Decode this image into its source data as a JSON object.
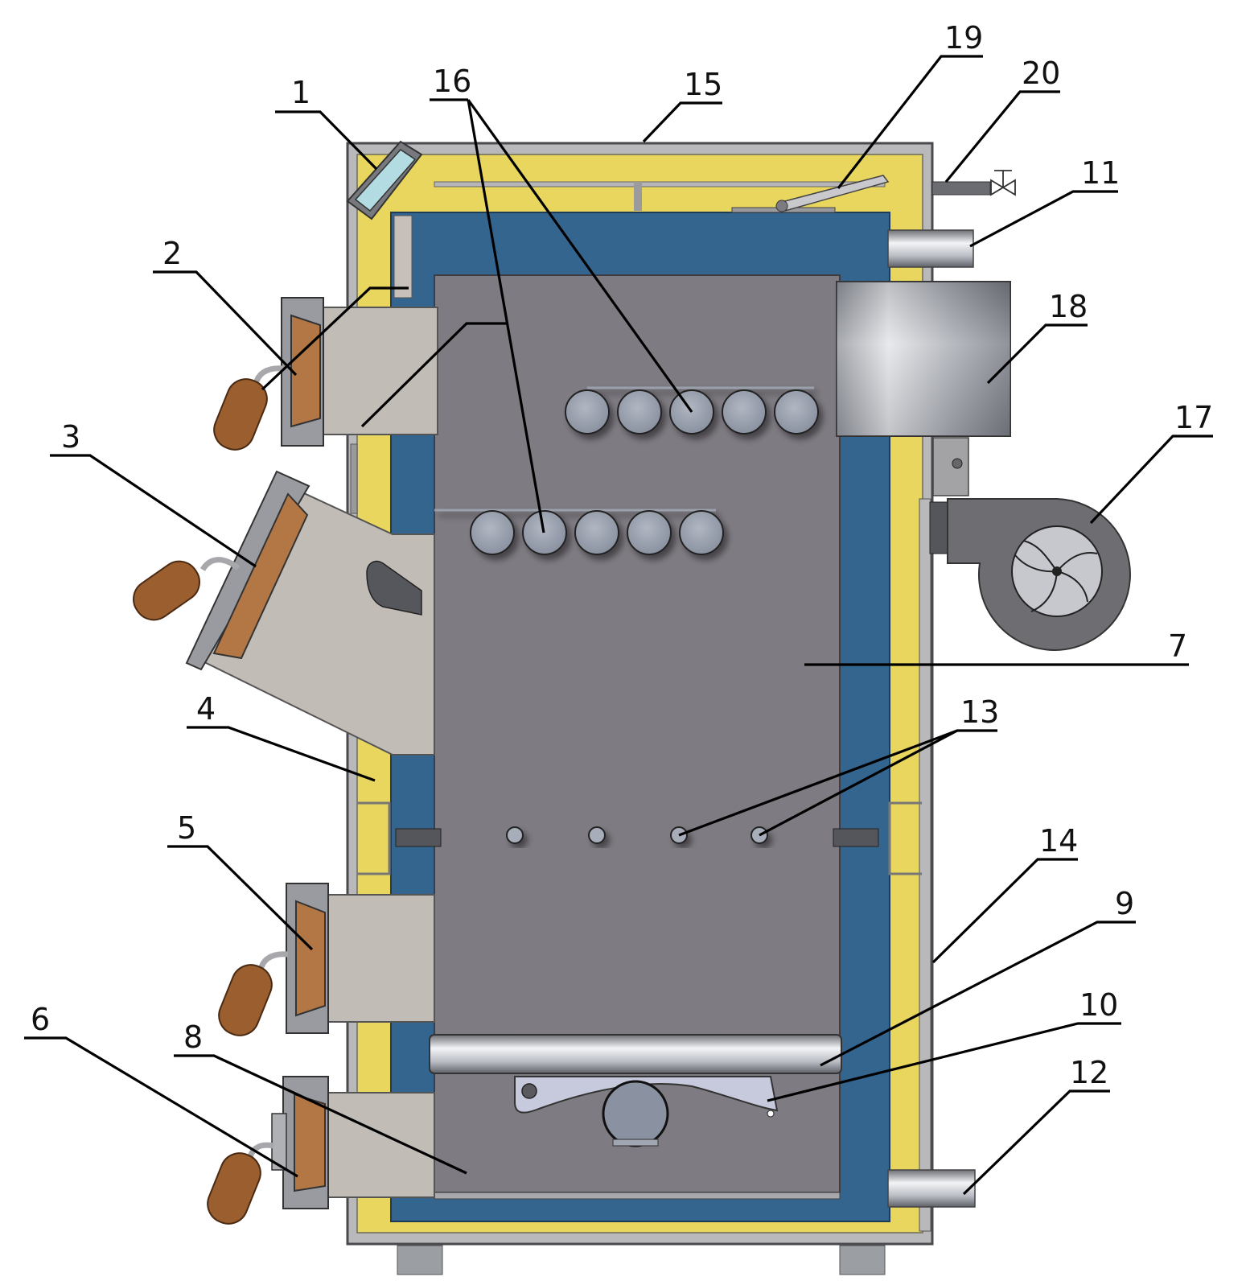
{
  "colors": {
    "casing": "#b9b9bb",
    "casing_edge": "#4a4a4e",
    "insulation": "#e8d65e",
    "water_jacket": "#34658f",
    "chamber": "#7e7b82",
    "door_frame": "#c2bcb6",
    "door_panel": "#b37746",
    "handle": "#9b5e2f",
    "tube": "#a1a7b2",
    "fan_housing": "#6e6e72",
    "fan_wheel": "#c7c8ce",
    "leader": "#000000"
  },
  "callouts": [
    {
      "id": "1",
      "label": "1"
    },
    {
      "id": "2",
      "label": "2"
    },
    {
      "id": "3",
      "label": "3"
    },
    {
      "id": "4",
      "label": "4"
    },
    {
      "id": "5",
      "label": "5"
    },
    {
      "id": "6",
      "label": "6"
    },
    {
      "id": "7",
      "label": "7"
    },
    {
      "id": "8",
      "label": "8"
    },
    {
      "id": "9",
      "label": "9"
    },
    {
      "id": "10",
      "label": "10"
    },
    {
      "id": "11",
      "label": "11"
    },
    {
      "id": "12",
      "label": "12"
    },
    {
      "id": "13",
      "label": "13"
    },
    {
      "id": "14",
      "label": "14"
    },
    {
      "id": "15",
      "label": "15"
    },
    {
      "id": "16",
      "label": "16"
    },
    {
      "id": "17",
      "label": "17"
    },
    {
      "id": "18",
      "label": "18"
    },
    {
      "id": "19",
      "label": "19"
    },
    {
      "id": "20",
      "label": "20"
    }
  ]
}
